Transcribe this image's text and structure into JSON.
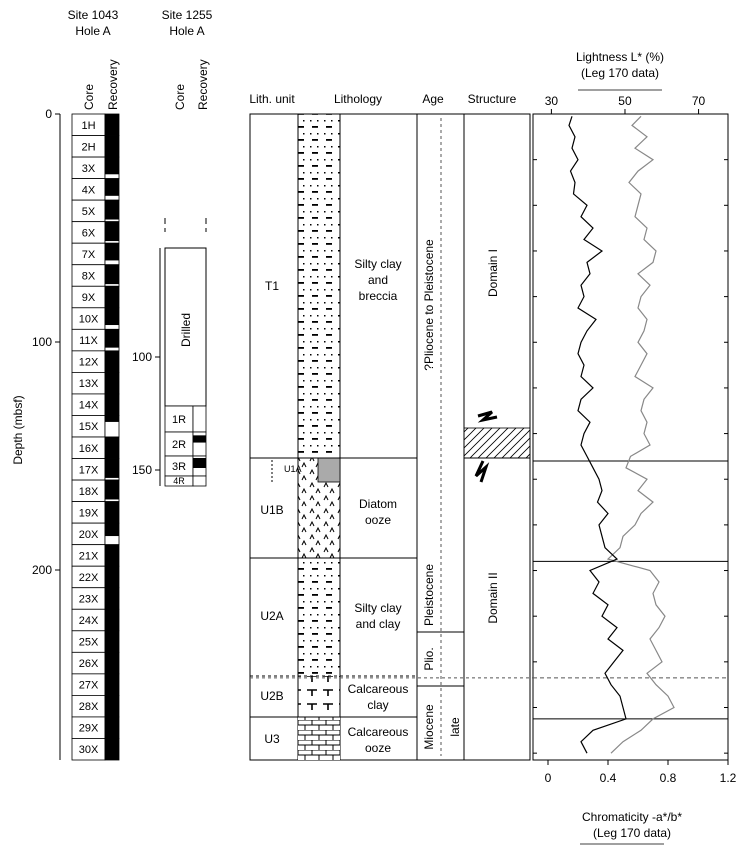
{
  "site1043": {
    "title": "Site 1043",
    "hole": "Hole A",
    "core_header": "Core",
    "recovery_header": "Recovery",
    "cores": [
      "1H",
      "2H",
      "3X",
      "4X",
      "5X",
      "6X",
      "7X",
      "8X",
      "9X",
      "10X",
      "11X",
      "12X",
      "13X",
      "14X",
      "15X",
      "16X",
      "17X",
      "18X",
      "19X",
      "20X",
      "21X",
      "22X",
      "23X",
      "24X",
      "25X",
      "26X",
      "27X",
      "28X",
      "29X",
      "30X"
    ]
  },
  "site1255": {
    "title": "Site 1255",
    "hole": "Hole A",
    "core_header": "Core",
    "recovery_header": "Recovery",
    "drilled_label": "Drilled",
    "cores": [
      "1R",
      "2R",
      "3R",
      "4R"
    ],
    "depth_ticks": [
      "100",
      "150"
    ]
  },
  "depth_axis": {
    "label": "Depth (mbsf)",
    "ticks": [
      "0",
      "100",
      "200"
    ]
  },
  "lith_column": {
    "headers": {
      "unit": "Lith. unit",
      "lithology": "Lithology",
      "age": "Age",
      "structure": "Structure"
    },
    "units": [
      {
        "name": "T1",
        "lithology": "Silty clay and breccia"
      },
      {
        "name": "U1A",
        "lithology": ""
      },
      {
        "name": "U1B",
        "lithology": "Diatom ooze"
      },
      {
        "name": "U2A",
        "lithology": "Silty clay and clay"
      },
      {
        "name": "U2B",
        "lithology": "Calcareous clay"
      },
      {
        "name": "U3",
        "lithology": "Calcareous ooze"
      }
    ],
    "lithology_lines": {
      "t1": [
        "Silty clay",
        "and",
        "breccia"
      ],
      "u1b": [
        "Diatom",
        "ooze"
      ],
      "u2a": [
        "Silty clay",
        "and clay"
      ],
      "u2b": [
        "Calcareous",
        "clay"
      ],
      "u3": [
        "Calcareous",
        "ooze"
      ]
    },
    "ages": [
      "?Pliocene to Pleistocene",
      "Pleistocene",
      "Plio.",
      "Miocene",
      "late"
    ],
    "structure": [
      "Domain I",
      "Domain II"
    ]
  },
  "chart_data": {
    "type": "line",
    "top_axis": {
      "label_line1": "Lightness L* (%)",
      "label_line2": "(Leg 170 data)",
      "ticks": [
        "30",
        "50",
        "70"
      ],
      "range": [
        25,
        78
      ]
    },
    "bottom_axis": {
      "label_line1": "Chromaticity -a*/b*",
      "label_line2": "(Leg 170 data)",
      "ticks": [
        "0",
        "0.4",
        "0.8",
        "1.2"
      ],
      "range": [
        -0.1,
        1.2
      ]
    },
    "y_range_mbsf": [
      0,
      283
    ],
    "horizontal_lines_mbsf": [
      152,
      196,
      265
    ],
    "dashed_line_mbsf": 247,
    "series": [
      {
        "color": "#000000",
        "depth": [
          1,
          5,
          10,
          15,
          20,
          25,
          30,
          35,
          40,
          45,
          50,
          55,
          60,
          65,
          70,
          75,
          80,
          85,
          90,
          95,
          100,
          105,
          110,
          115,
          120,
          125,
          130,
          135,
          140,
          145,
          150,
          155,
          160,
          165,
          170,
          175,
          180,
          185,
          190,
          195,
          200,
          205,
          210,
          215,
          220,
          225,
          230,
          235,
          240,
          245,
          250,
          255,
          260,
          265,
          270,
          275,
          280
        ],
        "values": [
          0.16,
          0.14,
          0.18,
          0.16,
          0.2,
          0.15,
          0.18,
          0.17,
          0.26,
          0.22,
          0.3,
          0.24,
          0.36,
          0.26,
          0.28,
          0.22,
          0.24,
          0.2,
          0.32,
          0.26,
          0.22,
          0.2,
          0.24,
          0.22,
          0.3,
          0.22,
          0.2,
          0.28,
          0.24,
          0.22,
          0.26,
          0.3,
          0.34,
          0.36,
          0.33,
          0.4,
          0.34,
          0.36,
          0.38,
          0.46,
          0.28,
          0.34,
          0.3,
          0.4,
          0.36,
          0.46,
          0.4,
          0.5,
          0.44,
          0.38,
          0.42,
          0.48,
          0.5,
          0.52,
          0.3,
          0.22,
          0.26
        ]
      },
      {
        "color": "#888888",
        "depth": [
          1,
          5,
          10,
          15,
          20,
          25,
          30,
          35,
          40,
          45,
          50,
          55,
          60,
          65,
          70,
          75,
          80,
          85,
          90,
          95,
          100,
          105,
          110,
          115,
          120,
          125,
          130,
          135,
          140,
          145,
          150,
          155,
          160,
          165,
          170,
          175,
          180,
          185,
          190,
          195,
          200,
          205,
          210,
          215,
          220,
          225,
          230,
          235,
          240,
          245,
          250,
          255,
          260,
          265,
          270,
          275,
          280
        ],
        "values": [
          0.62,
          0.56,
          0.66,
          0.58,
          0.7,
          0.6,
          0.54,
          0.62,
          0.6,
          0.58,
          0.66,
          0.64,
          0.72,
          0.7,
          0.6,
          0.68,
          0.62,
          0.6,
          0.66,
          0.64,
          0.6,
          0.66,
          0.62,
          0.58,
          0.7,
          0.64,
          0.62,
          0.66,
          0.64,
          0.68,
          0.55,
          0.52,
          0.66,
          0.6,
          0.7,
          0.62,
          0.58,
          0.5,
          0.48,
          0.4,
          0.68,
          0.74,
          0.7,
          0.72,
          0.78,
          0.74,
          0.68,
          0.72,
          0.76,
          0.66,
          0.72,
          0.8,
          0.84,
          0.7,
          0.62,
          0.5,
          0.42
        ]
      }
    ]
  }
}
